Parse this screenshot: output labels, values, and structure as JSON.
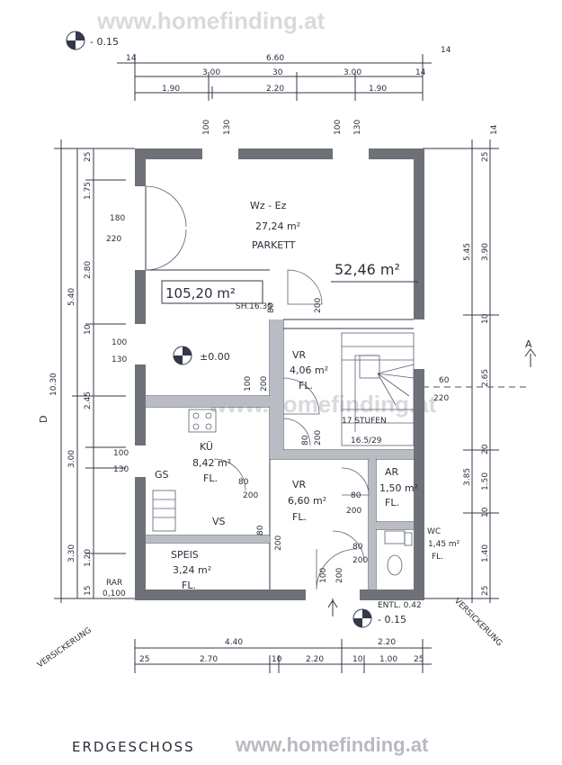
{
  "watermark_top": "www.homefinding.at",
  "watermark_center": "www.homefinding.at",
  "watermark_bottom": "www.homefinding.at",
  "drawing_title": "ERDGESCHOSS",
  "level_top": "- 0.15",
  "level_center": "±0.00",
  "level_bottom": "- 0.15",
  "total_area": "105,20 m²",
  "upper_area": "52,46 m²",
  "section_marker": "A",
  "section_marker_left": "D",
  "rooms": {
    "wohn": {
      "name": "Wz - Ez",
      "area": "27,24 m²",
      "floor": "PARKETT"
    },
    "vr_upper": {
      "name": "VR",
      "area": "4,06 m²",
      "floor": "FL."
    },
    "stairs": {
      "name": "17 STUFEN",
      "dims": "16.5/29"
    },
    "kueche": {
      "name": "KÜ",
      "area": "8,42 m²",
      "floor": "FL."
    },
    "vr_lower": {
      "name": "VR",
      "area": "6,60 m²",
      "floor": "FL."
    },
    "ar": {
      "name": "AR",
      "area": "1,50 m²",
      "floor": "FL."
    },
    "wc": {
      "name": "WC",
      "area": "1,45 m²",
      "floor": "FL."
    },
    "speis": {
      "name": "SPEIS",
      "area": "3,24 m²",
      "floor": "FL."
    }
  },
  "labels": {
    "gs": "GS",
    "vs": "VS",
    "rar": "RAR",
    "rar_val": "0,100",
    "sh": "SH.16.35",
    "versickerung_left": "VERSICKERUNG",
    "versickerung_right": "VERSICKERUNG",
    "entl": "ENTL. 0.42"
  },
  "dims_top": {
    "overall": "6.60",
    "row2": [
      "14",
      "3.00",
      "30",
      "3.00",
      "14"
    ],
    "row3": [
      "1.90",
      "2.20",
      "1.90"
    ],
    "side": "14"
  },
  "dims_bottom": {
    "row1": [
      "4.40",
      "2.20"
    ],
    "row2": [
      "25",
      "2.70",
      "10",
      "2.20",
      "10",
      "1.00",
      "25"
    ]
  },
  "dims_left": {
    "overall": "10.30",
    "row2": [
      "5.40",
      "3.00",
      "3.30"
    ],
    "row3": [
      "25",
      "1.75",
      "2.80",
      "10",
      "2.45",
      "1.20",
      "15"
    ]
  },
  "dims_right": {
    "overall": "14",
    "row2": [
      "5.45",
      "3.85"
    ],
    "row3": [
      "25",
      "3.90",
      "10",
      "2.65",
      "20",
      "1.50",
      "10",
      "1.40",
      "25"
    ]
  },
  "openings": {
    "top_left": [
      "100",
      "130"
    ],
    "top_right": [
      "100",
      "130"
    ],
    "left_upper": [
      "180",
      "220"
    ],
    "left_mid": [
      "100",
      "130"
    ],
    "left_lower": [
      "100",
      "130"
    ],
    "door_1": [
      "80",
      "200"
    ],
    "door_2": [
      "100",
      "200"
    ],
    "door_3": [
      "80",
      "200"
    ],
    "door_4": [
      "80",
      "200"
    ],
    "door_5": [
      "80",
      "200"
    ],
    "door_6": [
      "80",
      "200"
    ],
    "door_7": [
      "80",
      "200"
    ],
    "door_entry": [
      "100",
      "200"
    ],
    "right_win": [
      "60",
      "220"
    ]
  }
}
